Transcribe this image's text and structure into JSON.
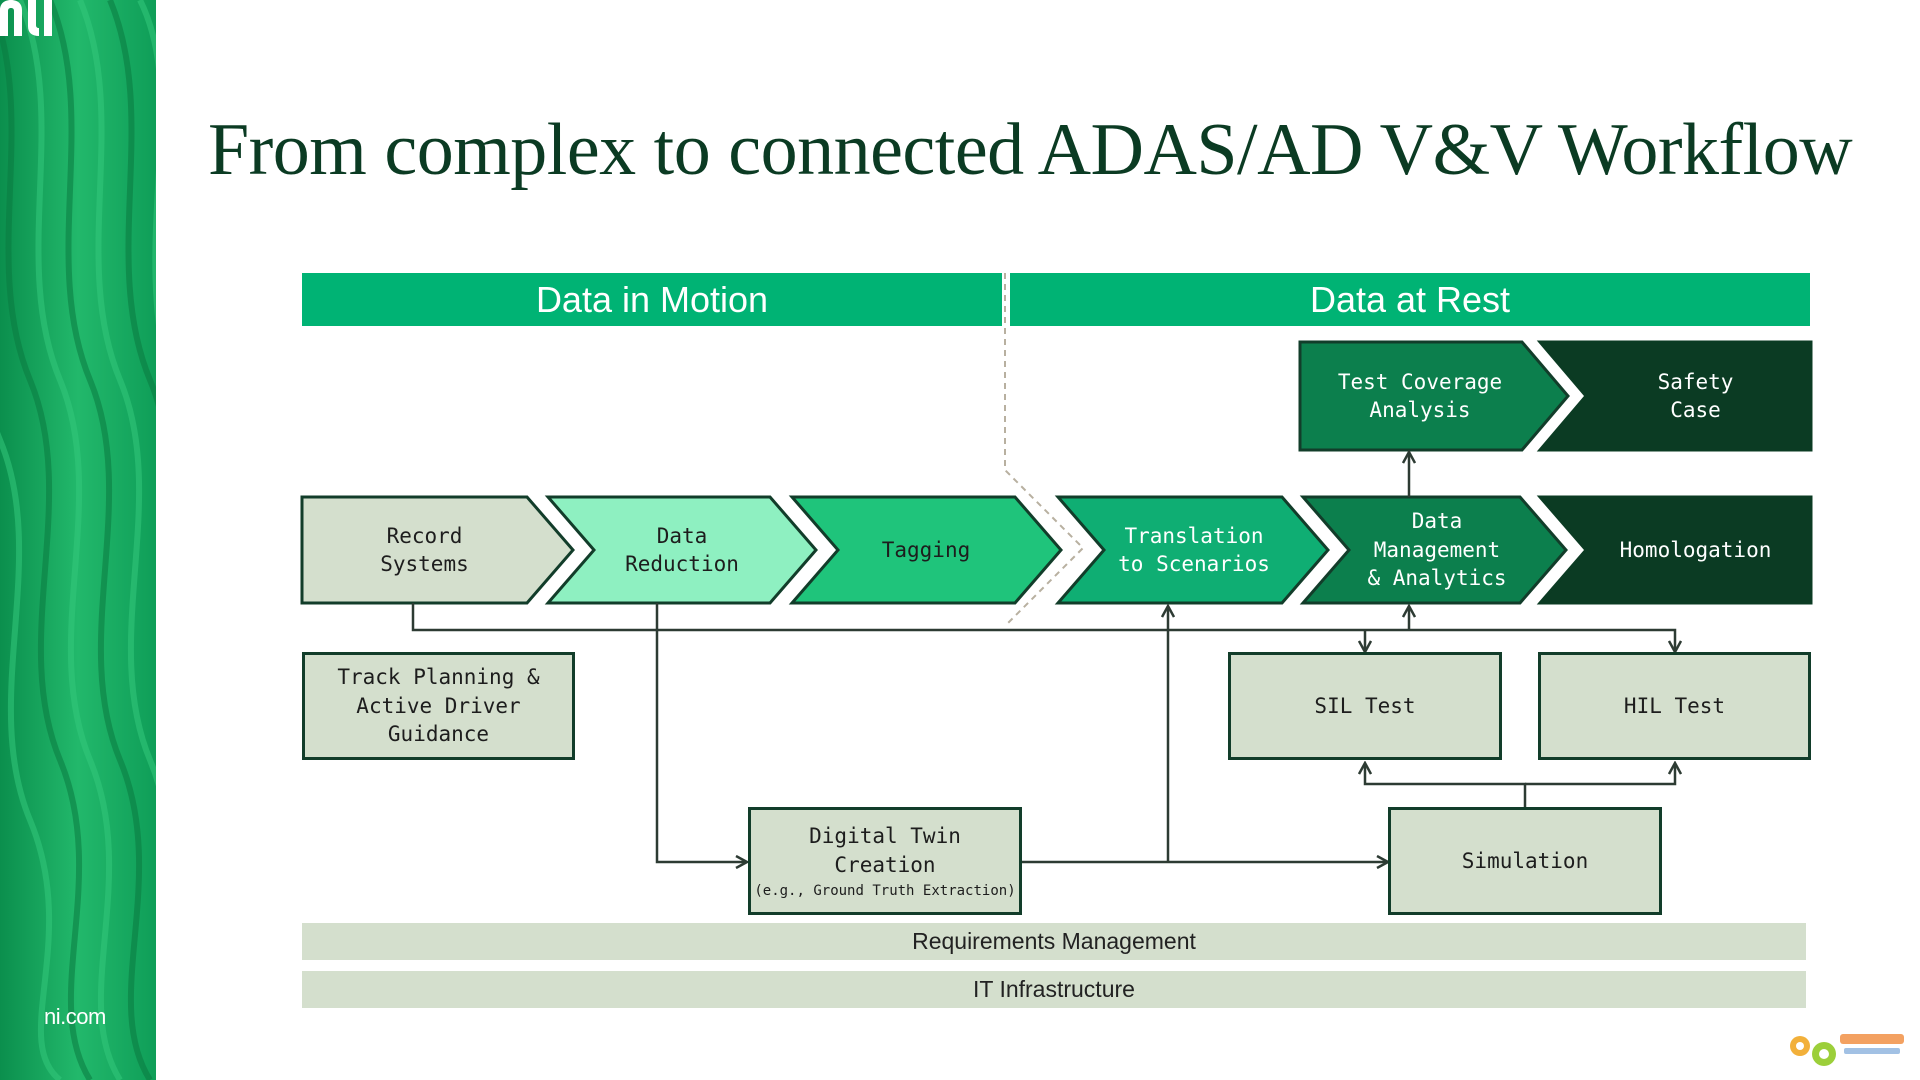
{
  "brand": {
    "site": "ni.com"
  },
  "title": "From complex to connected ADAS/AD V&V Workflow",
  "bands": {
    "motion": "Data in Motion",
    "rest": "Data at Rest"
  },
  "chevrons": {
    "record_systems": "Record\nSystems",
    "data_reduction": "Data\nReduction",
    "tagging": "Tagging",
    "translation": "Translation\nto Scenarios",
    "data_management": "Data\nManagement\n& Analytics",
    "homologation": "Homologation",
    "test_coverage": "Test Coverage\nAnalysis",
    "safety_case": "Safety\nCase"
  },
  "boxes": {
    "track_planning": "Track Planning &\nActive Driver\nGuidance",
    "sil_test": "SIL Test",
    "hil_test": "HIL Test",
    "digital_twin": "Digital Twin\nCreation",
    "digital_twin_sub": "(e.g., Ground Truth Extraction)",
    "simulation": "Simulation"
  },
  "bars": {
    "requirements": "Requirements Management",
    "it": "IT Infrastructure"
  },
  "colors": {
    "band": "#00b374",
    "grey_box": "#d4dfcd",
    "light_mint": "#8ef0c1",
    "mid_green": "#1fc47b",
    "teal": "#0fae73",
    "dark_green": "#0c7f4d",
    "darkest_green": "#0b3b23"
  }
}
